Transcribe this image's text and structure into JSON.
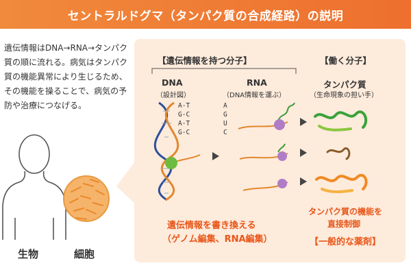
{
  "title": "セントラルドグマ（タンパク質の合成経路）の説明",
  "description": "遺伝情報はDNA→RNA→タンパク質の順に流れる。病気はタンパク質の機能異常により生じるため、その機能を操ることで、病気の予防や治療につなげる。",
  "bottom_labels": {
    "organism": "生物",
    "cell": "細胞"
  },
  "panel": {
    "genetic_header": "【遺伝情報を持つ分子】",
    "working_header": "【働く分子】",
    "dna": {
      "label": "DNA",
      "sub": "（設計図）",
      "pairs": [
        "A-T",
        "G-C",
        "A-T",
        "G-C"
      ]
    },
    "rna": {
      "label": "RNA",
      "sub": "（DNA情報を運ぶ）",
      "bases": [
        "A",
        "G",
        "U",
        "C"
      ]
    },
    "protein": {
      "label": "タンパク質",
      "sub": "（生命現象の担い手）"
    },
    "rewrite_text": "遺伝情報を書き換える",
    "rewrite_sub": "（ゲノム編集、RNA編集）",
    "control_text_1": "タンパク質の機能を",
    "control_text_2": "直接制御",
    "drug_text": "【一般的な薬剤】"
  },
  "colors": {
    "accent": "#ee6f2e",
    "panel_bg": "#fdebdc",
    "text_orange": "#e8571a"
  }
}
